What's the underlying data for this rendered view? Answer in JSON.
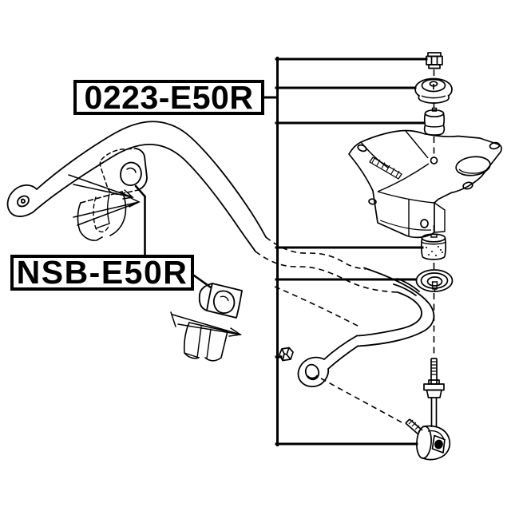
{
  "diagram": {
    "type": "exploded-parts-diagram",
    "background_color": "#ffffff",
    "line_color": "#000000",
    "part_labels": [
      {
        "text": "0223-E50R"
      },
      {
        "text": "NSB-E50R"
      }
    ]
  }
}
